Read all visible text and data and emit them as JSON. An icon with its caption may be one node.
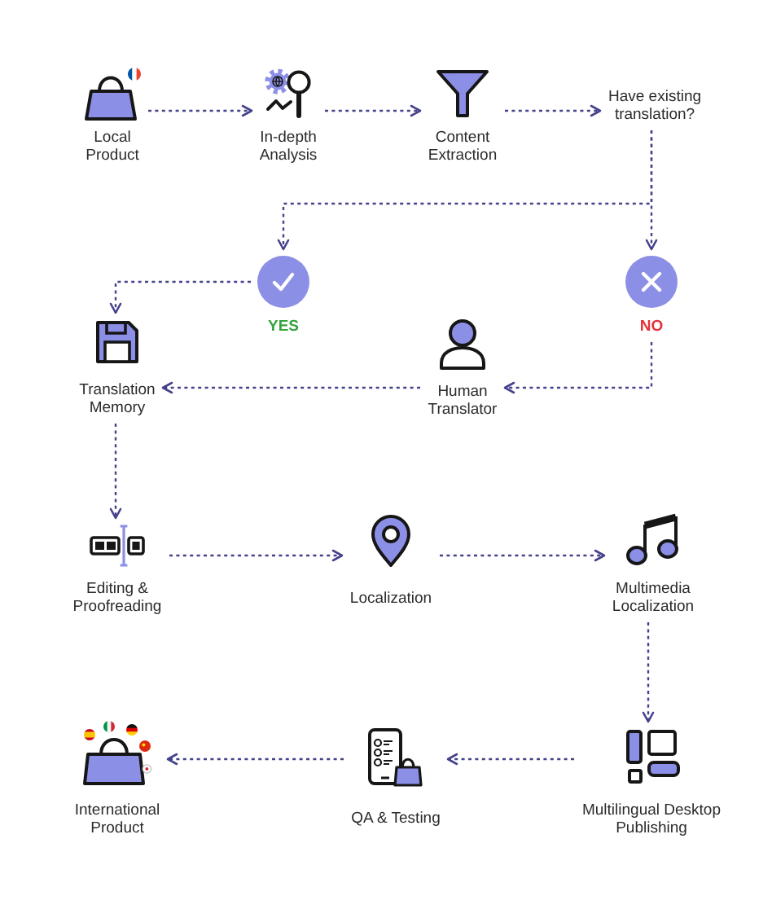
{
  "diagram": {
    "nodes": [
      {
        "text": [
          "Local Product"
        ]
      },
      {
        "text": [
          "In-depth Analysis"
        ]
      },
      {
        "text": [
          "Content Extraction"
        ]
      },
      {
        "text": [
          "Have existing translation?"
        ]
      },
      {
        "text": [
          "YES"
        ]
      },
      {
        "text": [
          "NO"
        ]
      },
      {
        "text": [
          "Translation Memory"
        ]
      },
      {
        "text": [
          "Human Translator"
        ]
      },
      {
        "text": [
          "Editing & Proofreading"
        ]
      },
      {
        "text": [
          "Localization"
        ]
      },
      {
        "text": [
          "Multimedia Localization"
        ]
      },
      {
        "text": [
          "International Product"
        ]
      },
      {
        "text": [
          "QA & Testing"
        ]
      },
      {
        "text": [
          "Multilingual Desktop Publishing"
        ]
      }
    ],
    "edges": [
      {
        "from": 0,
        "to": 1,
        "arrow": "to"
      },
      {
        "from": 1,
        "to": 2,
        "arrow": "to"
      },
      {
        "from": 2,
        "to": 3,
        "arrow": "to"
      },
      {
        "from": 3,
        "to": 4,
        "arrow": "to"
      },
      {
        "from": 3,
        "to": 5,
        "arrow": "to"
      },
      {
        "from": 4,
        "to": 6,
        "arrow": "to"
      },
      {
        "from": 5,
        "to": 7,
        "arrow": "to"
      },
      {
        "from": 7,
        "to": 6,
        "arrow": "to"
      },
      {
        "from": 6,
        "to": 8,
        "arrow": "to"
      },
      {
        "from": 8,
        "to": 9,
        "arrow": "to"
      },
      {
        "from": 9,
        "to": 10,
        "arrow": "to"
      },
      {
        "from": 10,
        "to": 13,
        "arrow": "to"
      },
      {
        "from": 13,
        "to": 12,
        "arrow": "to"
      },
      {
        "from": 12,
        "to": 11,
        "arrow": "to"
      }
    ]
  }
}
